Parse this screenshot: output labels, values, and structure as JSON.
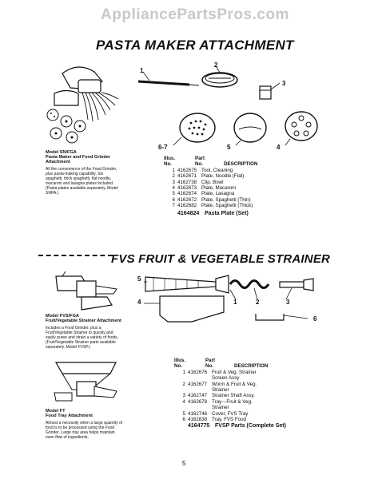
{
  "watermark": "AppliancePartsPros.com",
  "section1": {
    "title": "PASTA MAKER ATTACHMENT",
    "model_heading": "Model SN/FGA",
    "model_sub": "Pasta Maker and Food Grinder Attachment",
    "model_text": "All the convenience of the Food Grinder, plus pasta-making capability. Six spaghetti, thick spaghetti, flat noodle, macaroni and lasagna plates included. (Pasta plates available separately. Model SNPA.)",
    "callouts": [
      "1",
      "2",
      "3",
      "4",
      "5",
      "6-7"
    ],
    "header": {
      "illus": "Illus.",
      "no1": "No.",
      "part": "Part",
      "no2": "No.",
      "desc": "DESCRIPTION"
    },
    "parts": [
      {
        "no": "1",
        "pn": "4162675",
        "desc": "Tool, Cleaning"
      },
      {
        "no": "2",
        "pn": "4162671",
        "desc": "Plate, Noodle (Flat)"
      },
      {
        "no": "3",
        "pn": "4162738",
        "desc": "Clip, Bowl"
      },
      {
        "no": "4",
        "pn": "4162673",
        "desc": "Plate, Macaroni"
      },
      {
        "no": "5",
        "pn": "4162674",
        "desc": "Plate, Lasagna"
      },
      {
        "no": "6",
        "pn": "4162672",
        "desc": "Plate, Spaghetti (Thin)"
      },
      {
        "no": "7",
        "pn": "4162682",
        "desc": "Plate, Spaghetti (Thick)"
      }
    ],
    "set": {
      "pn": "4164824",
      "desc": "Pasta Plate (Set)"
    }
  },
  "section2": {
    "title": "FVS FRUIT & VEGETABLE STRAINER",
    "model1_heading": "Model FVS/FGA",
    "model1_sub": "Fruit/Vegetable Strainer Attachment",
    "model1_text": "Includes a Food Grinder, plus a Fruit/Vegetable Strainer to quickly and easily puree and strain a variety of foods. (Fruit/Vegetable Strainer parts available separately. Model FVSP.)",
    "model2_heading": "Model FT",
    "model2_sub": "Food Tray Attachment",
    "model2_text": "Almost a necessity when a large quantity of food is to be processed using the Food Grinder. Large tray area helps maintain even flow of ingredients.",
    "callouts": [
      "1",
      "2",
      "3",
      "4",
      "5",
      "6"
    ],
    "header": {
      "illus": "Illus.",
      "no1": "No.",
      "part": "Part",
      "no2": "No.",
      "desc": "DESCRIPTION"
    },
    "parts": [
      {
        "no": "1",
        "pn": "4162676",
        "desc": "Fruit & Veg. Strainer Screen Assy"
      },
      {
        "no": "2",
        "pn": "4162677",
        "desc": "Worm & Fruit & Veg. Strainer"
      },
      {
        "no": "3",
        "pn": "4162747",
        "desc": "Strainer Shaft Assy."
      },
      {
        "no": "4",
        "pn": "4162678",
        "desc": "Tray—Fruit & Veg. Strainer"
      },
      {
        "no": "5",
        "pn": "4162746",
        "desc": "Cover, FVS Tray"
      },
      {
        "no": "6",
        "pn": "4162838",
        "desc": "Tray, FVS Food"
      }
    ],
    "set": {
      "pn": "4164775",
      "desc": "FVSP Parts (Complete Set)"
    }
  },
  "page_number": "5"
}
